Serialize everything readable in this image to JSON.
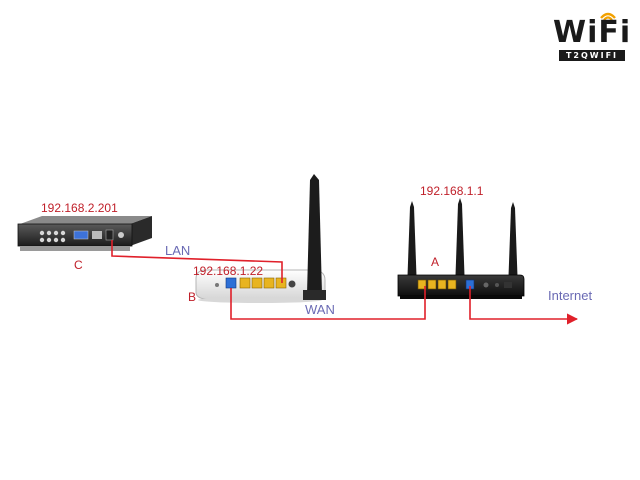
{
  "logo": {
    "word": "WiFi",
    "subtitle": "T2QWIFI"
  },
  "labels": {
    "dvr_ip": "192.168.2.201",
    "router_b_ip": "192.168.1.22",
    "router_a_ip": "192.168.1.1",
    "lan": "LAN",
    "wan": "WAN",
    "internet": "Internet",
    "point_a": "A",
    "point_b": "B",
    "point_c": "C"
  },
  "devices": {
    "dvr": {
      "icon": "dvr-recorder-icon"
    },
    "router_b": {
      "icon": "single-antenna-router-icon",
      "antennas": 1
    },
    "router_a": {
      "icon": "three-antenna-router-icon",
      "antennas": 3
    }
  },
  "colors": {
    "cable": "#e0202a",
    "ip_text": "#c0202a",
    "tag_text": "#6a6ab4",
    "lan_port": "#e8b420",
    "wan_port": "#2d6fd6"
  }
}
